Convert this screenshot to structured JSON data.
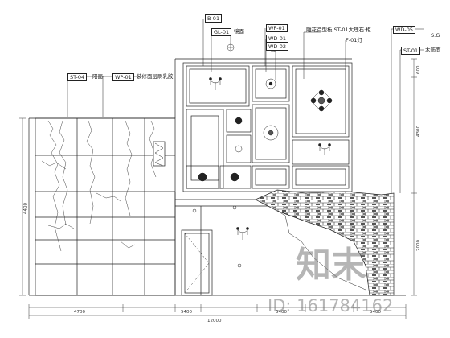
{
  "labels": {
    "st04": "ST-04",
    "st04_suffix": "阳面",
    "wp01": "WP-01",
    "wp01_suffix": "装修面层刷乳胶",
    "b01": "B-01",
    "gl01": "GL-01",
    "gl01_suffix": "镜面",
    "wp01b": "WP-01",
    "wd01": "WD-01",
    "wd02": "WD-02",
    "carved_note": "雕花造型板·ST-01大理石·柜",
    "fixture": "F-01灯",
    "wd05": "WD-05",
    "st01": "ST-01",
    "st01_suffix": "木饰面"
  },
  "dimensions": {
    "bottom_left": "4700",
    "bottom_mid1": "5400",
    "bottom_mid2": "5400",
    "bottom_right": "5400",
    "total": "12000",
    "right_height": "4300",
    "left_height": "4400",
    "right_lower": "2000",
    "right_top": "600"
  },
  "corner": "S.G",
  "watermark": {
    "logo": "知末",
    "id_text": "ID: 161784162"
  }
}
